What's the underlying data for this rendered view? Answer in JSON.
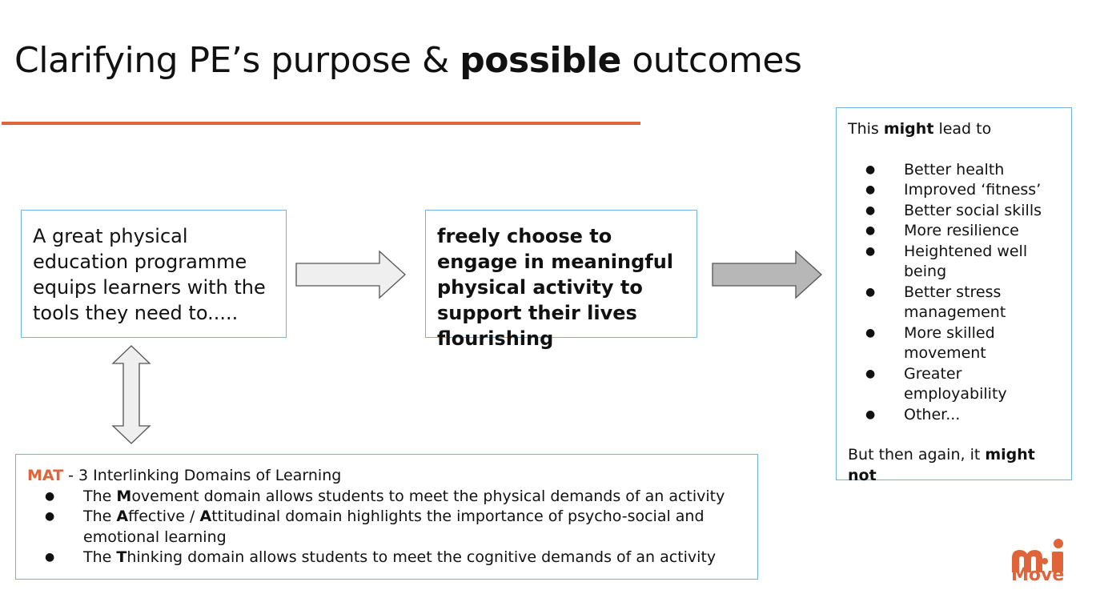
{
  "title": {
    "part1": "Clarifying PE’s purpose & ",
    "bold": "possible",
    "part2": " outcomes"
  },
  "intro_box": {
    "text": "A great physical education programme equips learners with the tools they need to....."
  },
  "choose_box": {
    "text": "freely choose to engage in meaningful physical activity to support their lives flourishing"
  },
  "outcomes_box": {
    "lead_prefix": "This ",
    "lead_bold": "might",
    "lead_suffix": " lead to",
    "items": [
      "Better health",
      "Improved ‘fitness’",
      "Better social skills",
      "More resilience",
      "Heightened well being",
      "Better stress management",
      "More skilled movement",
      "Greater employability",
      "Other..."
    ],
    "closing_prefix": "But then again, it ",
    "closing_bold": "might not"
  },
  "mat_box": {
    "label": "MAT",
    "heading": " - 3 Interlinking Domains of Learning",
    "items": [
      {
        "pre": "The ",
        "b1": "M",
        "mid": "ovement domain allows students to meet the physical demands of an activity",
        "b2": "",
        "post": ""
      },
      {
        "pre": "The ",
        "b1": "A",
        "mid": "ffective / ",
        "b2": "A",
        "post": "ttitudinal domain highlights the importance of psycho-social and emotional learning"
      },
      {
        "pre": "The ",
        "b1": "T",
        "mid": "hinking domain allows students to meet the cognitive demands of an activity",
        "b2": "",
        "post": ""
      }
    ]
  },
  "logo": {
    "mark": "mi",
    "word": "Move",
    "color": "#e0643a"
  },
  "colors": {
    "accent": "#e0643a",
    "box_border": "#6fb4e3",
    "arrow_light": "#efefef",
    "arrow_dark": "#b7b7b7"
  }
}
